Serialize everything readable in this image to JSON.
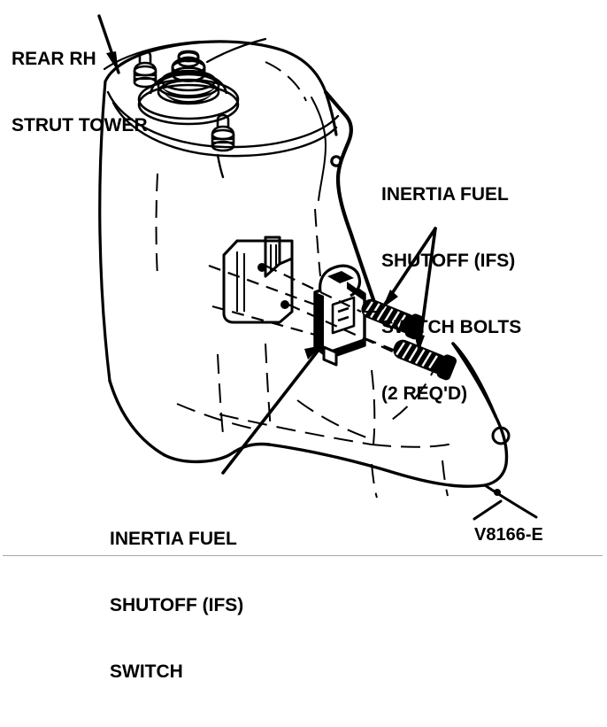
{
  "figure": {
    "title_code": "V8166-E",
    "background_color": "#ffffff",
    "ink_color": "#000000",
    "rule_color": "#a8a8a8",
    "style": "black-and-white technical line drawing"
  },
  "labels": {
    "strut_tower": {
      "name": "rear-rh-strut-tower",
      "lines": [
        "REAR RH",
        "STRUT TOWER"
      ]
    },
    "ifs_bolts": {
      "name": "ifs-switch-bolts",
      "lines": [
        "INERTIA FUEL",
        "SHUTOFF (IFS)",
        "SWITCH BOLTS",
        "(2 REQ'D)"
      ]
    },
    "ifs_switch": {
      "name": "ifs-switch",
      "lines": [
        "INERTIA FUEL",
        "SHUTOFF (IFS)",
        "SWITCH"
      ]
    }
  },
  "parts": {
    "strut_tower": "rear right-hand strut tower",
    "strut_mount": "strut upper mount with center nut",
    "mount_studs": "two strut mounting studs",
    "bracket": "switch mounting bracket with two holes",
    "ifs_switch": "inertia fuel shutoff switch body",
    "bolts": "two IFS switch bolts",
    "wheel_well": "rear wheel well / quarter panel"
  },
  "leaders": {
    "strut_tower_arrow": "arrow from strut tower label to tower rim",
    "bolts_forked_arrows": "two forked arrows from bolts label to each bolt",
    "switch_arrow": "arrow from switch label to switch body"
  }
}
